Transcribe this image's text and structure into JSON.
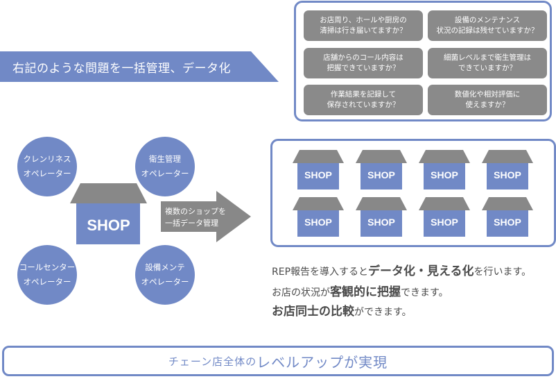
{
  "questions": [
    {
      "text": "お店周り、ホールや厨房の\n清掃は行き届いてますか？"
    },
    {
      "text": "設備のメンテナンス\n状況の記録は残せていますか？"
    },
    {
      "text": "店舗からのコール内容は\n把握できていますか？"
    },
    {
      "text": "細菌レベルまで衛生管理は\nできていますか？"
    },
    {
      "text": "作業結果を記録して\n保存されていますか？"
    },
    {
      "text": "数値化や相対評価に\n使えますか？"
    }
  ],
  "banner": {
    "text": "右記のような問題を一括管理、データ化"
  },
  "operators": [
    {
      "label": "クレンリネス\nオペレーター"
    },
    {
      "label": "衛生管理\nオペレーター"
    },
    {
      "label": "コールセンター\nオペレーター"
    },
    {
      "label": "設備メンテ\nオペレーター"
    }
  ],
  "central_shop": {
    "label": "SHOP"
  },
  "arrow": {
    "text": "複数のショップを\n一括データ管理"
  },
  "shops": [
    {
      "label": "SHOP"
    },
    {
      "label": "SHOP"
    },
    {
      "label": "SHOP"
    },
    {
      "label": "SHOP"
    },
    {
      "label": "SHOP"
    },
    {
      "label": "SHOP"
    },
    {
      "label": "SHOP"
    },
    {
      "label": "SHOP"
    }
  ],
  "summary": {
    "line1": {
      "pre": "REP報告を導入すると",
      "bold": "データ化・見える化",
      "post": "を行います。"
    },
    "line2": {
      "pre": "お店の状況が",
      "bold": "客観的に把握",
      "post": "できます。"
    },
    "line3": {
      "pre": "",
      "bold": "お店同士の比較",
      "post": "ができます。"
    }
  },
  "bottom": {
    "small": "チェーン店全体の",
    "large": "レベルアップが実現"
  },
  "colors": {
    "accent_blue": "#7189c6",
    "gray": "#8a8a8a",
    "text_dark": "#4a4a4a"
  }
}
